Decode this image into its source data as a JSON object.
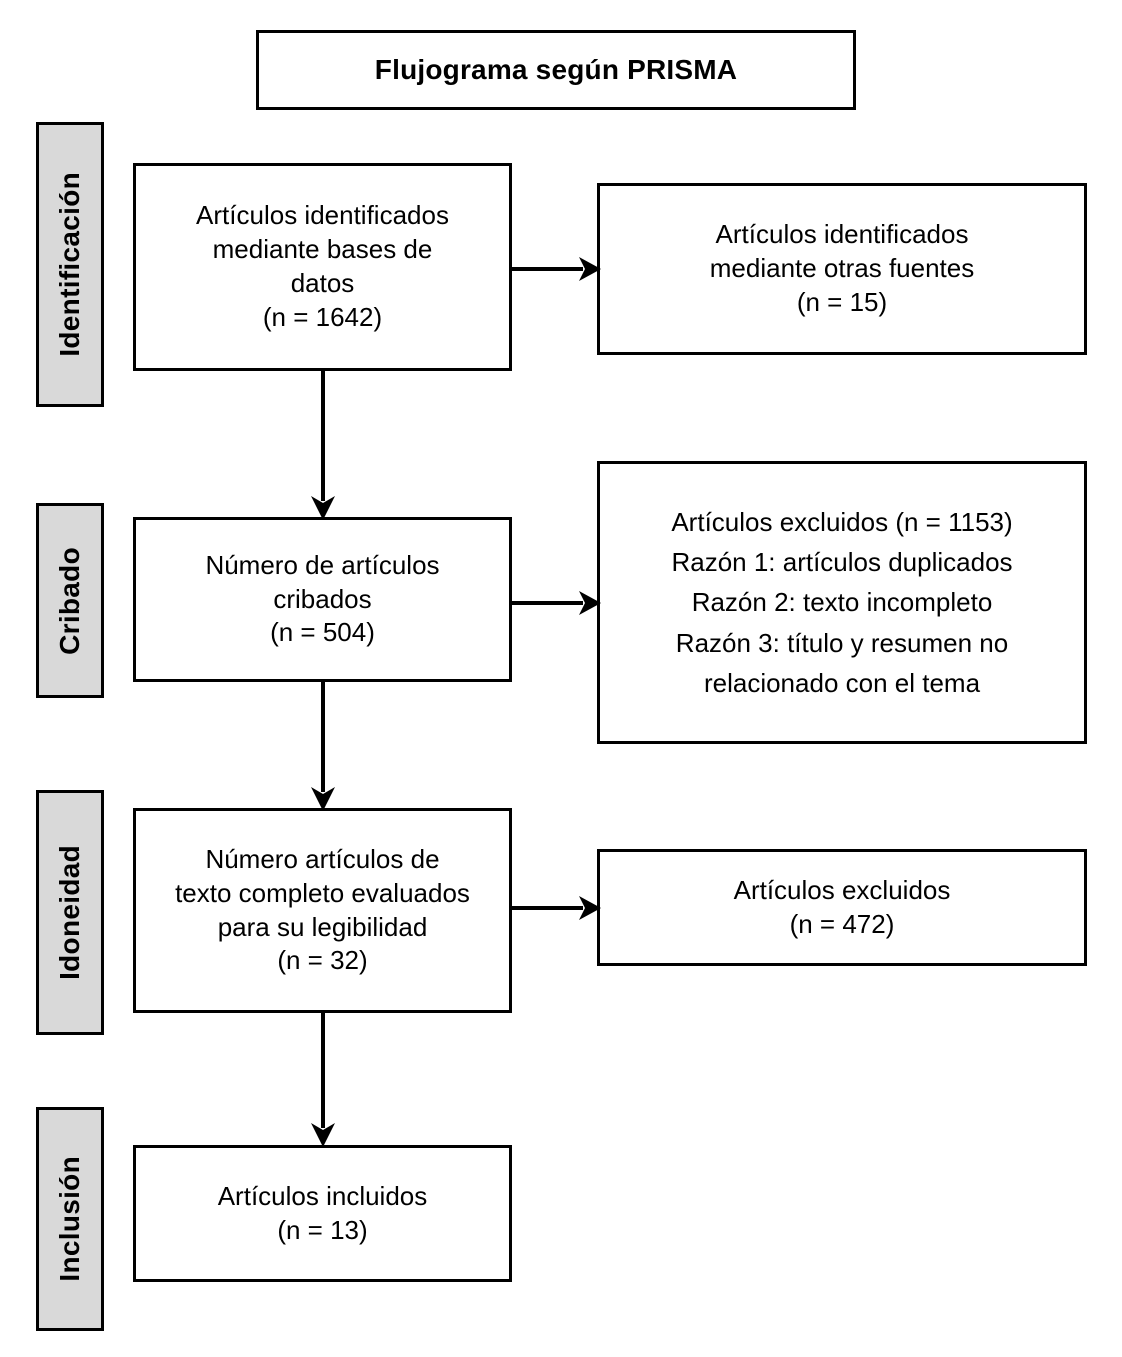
{
  "title": {
    "text": "Flujograma según PRISMA"
  },
  "stages": [
    {
      "id": "identificacion",
      "label": "Identificación"
    },
    {
      "id": "cribado",
      "label": "Cribado"
    },
    {
      "id": "idoneidad",
      "label": "Idoneidad"
    },
    {
      "id": "inclusion",
      "label": "Inclusión"
    }
  ],
  "boxes": {
    "identified_db": {
      "lines": [
        "Artículos identificados",
        "mediante bases de",
        "datos",
        "(n = 1642)"
      ],
      "count": 1642
    },
    "identified_other": {
      "lines": [
        "Artículos identificados",
        "mediante otras fuentes",
        "(n = 15)"
      ],
      "count": 15
    },
    "screened": {
      "lines": [
        "Número de artículos",
        "cribados",
        "(n = 504)"
      ],
      "count": 504
    },
    "excluded_screening": {
      "lines": [
        "Artículos excluidos (n = 1153)",
        "Razón 1: artículos duplicados",
        "Razón 2: texto incompleto",
        "Razón 3: título y resumen no",
        "relacionado con el tema"
      ],
      "count": 1153
    },
    "fulltext": {
      "lines": [
        "Número artículos de",
        "texto completo evaluados",
        "para su legibilidad",
        "(n = 32)"
      ],
      "count": 32
    },
    "excluded_eligibility": {
      "lines": [
        "Artículos excluidos",
        "(n = 472)"
      ],
      "count": 472
    },
    "included": {
      "lines": [
        "Artículos incluidos",
        "(n = 13)"
      ],
      "count": 13
    }
  },
  "colors": {
    "stroke": "#000000",
    "stage_fill": "#d9d9d9",
    "box_fill": "#ffffff",
    "page_background": "#ffffff"
  },
  "chart_data": {
    "type": "diagram",
    "title": "Flujograma según PRISMA",
    "nodes": [
      {
        "id": "identified_db",
        "stage": "Identificación",
        "label": "Artículos identificados mediante bases de datos",
        "n": 1642
      },
      {
        "id": "identified_other",
        "stage": "Identificación",
        "label": "Artículos identificados mediante otras fuentes",
        "n": 15
      },
      {
        "id": "screened",
        "stage": "Cribado",
        "label": "Número de artículos cribados",
        "n": 504
      },
      {
        "id": "excluded_screening",
        "stage": "Cribado",
        "label": "Artículos excluidos",
        "n": 1153
      },
      {
        "id": "fulltext",
        "stage": "Idoneidad",
        "label": "Número artículos de texto completo evaluados para su legibilidad",
        "n": 32
      },
      {
        "id": "excluded_eligibility",
        "stage": "Idoneidad",
        "label": "Artículos excluidos",
        "n": 472
      },
      {
        "id": "included",
        "stage": "Inclusión",
        "label": "Artículos incluidos",
        "n": 13
      }
    ],
    "edges": [
      {
        "from": "identified_db",
        "to": "identified_other",
        "direction": "right"
      },
      {
        "from": "identified_db",
        "to": "screened",
        "direction": "down"
      },
      {
        "from": "screened",
        "to": "excluded_screening",
        "direction": "right"
      },
      {
        "from": "screened",
        "to": "fulltext",
        "direction": "down"
      },
      {
        "from": "fulltext",
        "to": "excluded_eligibility",
        "direction": "right"
      },
      {
        "from": "fulltext",
        "to": "included",
        "direction": "down"
      }
    ]
  }
}
